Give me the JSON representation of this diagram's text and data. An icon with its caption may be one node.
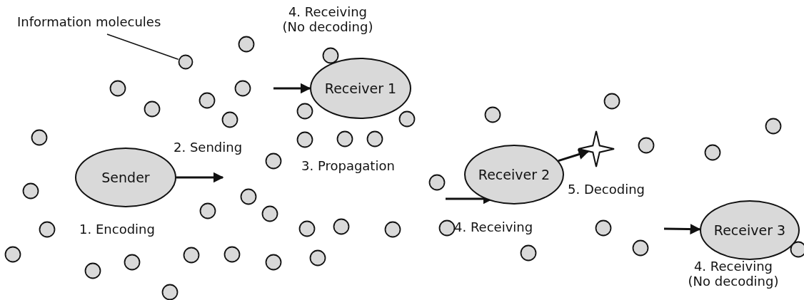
{
  "diagram": {
    "nodes": [
      {
        "text": [
          "Information molecules"
        ]
      },
      {
        "text": [],
        "shape": "circle"
      },
      {
        "text": [
          "Sender"
        ],
        "beside": [
          "1. Encoding"
        ]
      },
      {
        "text": [
          "Receiver 1"
        ]
      },
      {
        "text": [
          "Receiver 2"
        ]
      },
      {
        "text": [],
        "shape": "star"
      },
      {
        "text": [
          "Receiver 3"
        ],
        "beside": [
          "4. Receiving (No decoding)"
        ]
      },
      {
        "text": [],
        "shape": "circle"
      },
      {
        "text": [],
        "shape": "circle"
      },
      {
        "text": [],
        "shape": "circle"
      },
      {
        "text": [],
        "shape": "circle"
      },
      {
        "text": [],
        "shape": "circle"
      },
      {
        "text": [],
        "shape": "circle"
      },
      {
        "text": [],
        "shape": "circle"
      },
      {
        "text": [],
        "shape": "circle"
      },
      {
        "text": [],
        "shape": "circle"
      },
      {
        "text": [],
        "shape": "circle"
      },
      {
        "text": [],
        "shape": "circle"
      },
      {
        "text": [],
        "shape": "circle"
      },
      {
        "text": [],
        "shape": "circle"
      },
      {
        "text": [],
        "shape": "circle"
      },
      {
        "text": [],
        "shape": "circle"
      },
      {
        "text": [],
        "shape": "circle"
      },
      {
        "text": [],
        "shape": "circle"
      },
      {
        "text": [],
        "shape": "circle"
      },
      {
        "text": [],
        "shape": "circle"
      },
      {
        "text": [],
        "shape": "circle"
      },
      {
        "text": [],
        "shape": "circle"
      },
      {
        "text": [],
        "shape": "circle"
      },
      {
        "text": [],
        "shape": "circle"
      },
      {
        "text": [],
        "shape": "circle"
      },
      {
        "text": [],
        "shape": "circle"
      },
      {
        "text": [],
        "shape": "circle"
      },
      {
        "text": [],
        "shape": "circle"
      },
      {
        "text": [],
        "shape": "circle"
      },
      {
        "text": [],
        "shape": "circle"
      },
      {
        "text": [],
        "shape": "circle"
      },
      {
        "text": [],
        "shape": "circle"
      },
      {
        "text": [],
        "shape": "circle"
      },
      {
        "text": [],
        "shape": "circle"
      },
      {
        "text": [],
        "shape": "circle"
      },
      {
        "text": [],
        "shape": "circle"
      },
      {
        "text": [],
        "shape": "circle"
      },
      {
        "text": [],
        "shape": "circle"
      },
      {
        "text": [],
        "shape": "circle"
      },
      {
        "text": [],
        "shape": "circle"
      },
      {
        "text": [],
        "shape": "circle"
      },
      {
        "text": [],
        "shape": "circle"
      }
    ],
    "edges": [
      {
        "from": 0,
        "to": 1,
        "arrow": "none"
      },
      {
        "from": 2,
        "to": null,
        "arrow": "to",
        "label": "2. Sending"
      },
      {
        "from": null,
        "to": 3,
        "arrow": "to"
      },
      {
        "from": null,
        "to": 4,
        "arrow": "to"
      },
      {
        "from": 4,
        "to": 5,
        "arrow": "to"
      },
      {
        "from": null,
        "to": 6,
        "arrow": "to"
      }
    ],
    "labels": [
      "4. Receiving (No decoding)",
      "3. Propagation",
      "5. Decoding",
      "4. Receiving"
    ]
  }
}
